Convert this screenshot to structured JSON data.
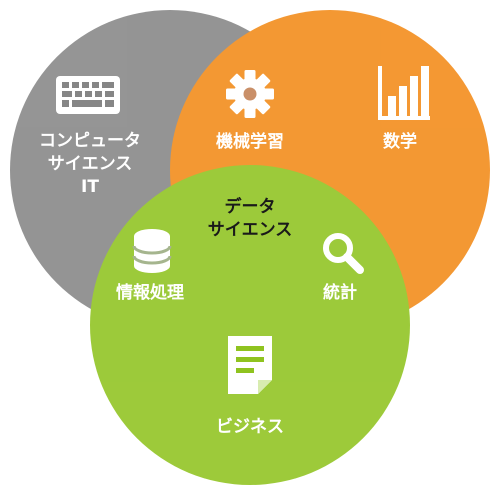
{
  "colors": {
    "cs": "#868686",
    "math": "#f28a17",
    "business": "#8fc31f",
    "icon": "#ffffff",
    "center_text": "#1a1a1a"
  },
  "circles": {
    "cs": {
      "lines": [
        "コンピュータ",
        "サイエンス",
        "IT"
      ],
      "icon": "keyboard-icon"
    },
    "math": {
      "lines": [
        "数学"
      ],
      "icon": "bar-chart-icon"
    },
    "business": {
      "lines": [
        "ビジネス"
      ],
      "icon": "document-icon"
    }
  },
  "intersections": {
    "ml": {
      "label": "機械学習",
      "icon": "gear-icon"
    },
    "info": {
      "label": "情報処理",
      "icon": "database-icon"
    },
    "stats": {
      "label": "統計",
      "icon": "magnifier-icon"
    },
    "center": {
      "lines": [
        "データ",
        "サイエンス"
      ]
    }
  }
}
